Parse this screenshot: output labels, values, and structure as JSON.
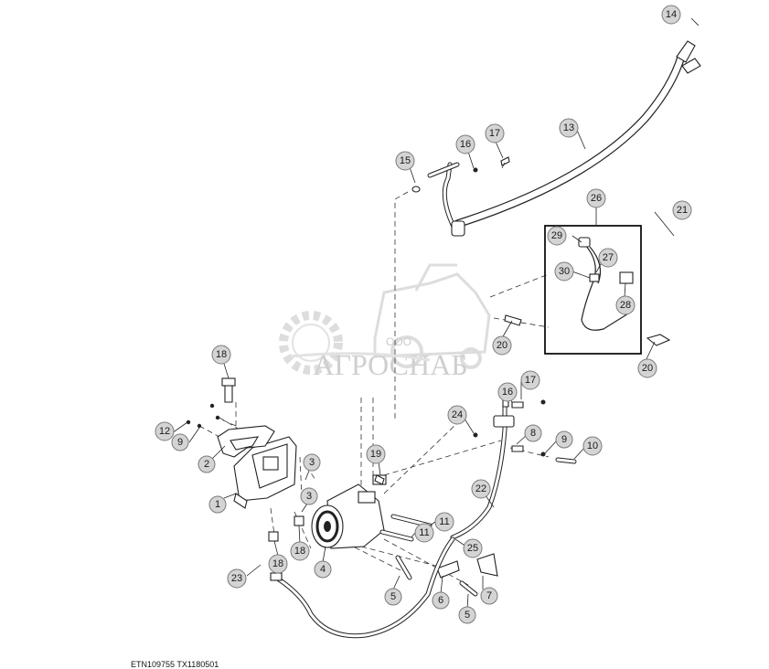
{
  "watermark": {
    "company_prefix": "ООО",
    "company_name": "АГРОСНАБ"
  },
  "footer": {
    "reference_code": "ETN109755   TX1180501"
  },
  "callouts": [
    "1",
    "2",
    "3",
    "3",
    "4",
    "5",
    "5",
    "6",
    "7",
    "8",
    "9",
    "9",
    "10",
    "11",
    "11",
    "12",
    "13",
    "14",
    "15",
    "16",
    "16",
    "17",
    "17",
    "18",
    "18",
    "18",
    "19",
    "20",
    "20",
    "21",
    "22",
    "23",
    "24",
    "25",
    "26",
    "27",
    "28",
    "29",
    "30"
  ]
}
